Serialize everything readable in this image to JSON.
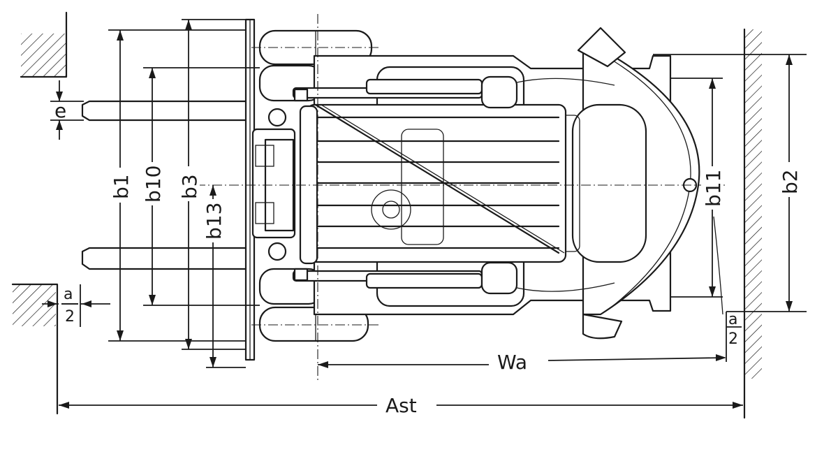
{
  "dimension_labels": {
    "e": "e",
    "b1": "b1",
    "b10": "b10",
    "b3": "b3",
    "b13": "b13",
    "b11": "b11",
    "b2": "b2",
    "a_left": "a",
    "two_left": "2",
    "a_right": "a",
    "two_right": "2",
    "wa": "Wa",
    "ast": "Ast"
  }
}
